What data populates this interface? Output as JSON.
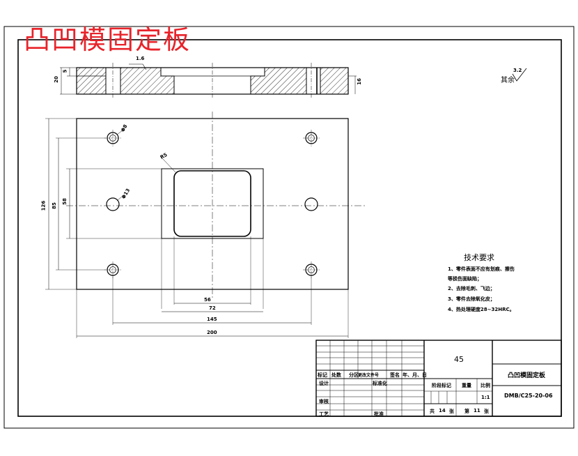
{
  "title": "凸凹模固定板",
  "surface_finish": {
    "label": "其余",
    "value": "3.2"
  },
  "roughness_top": "1.6",
  "tech_requirements": {
    "heading": "技术要求",
    "items": [
      "1、零件表面不应有划痕、擦伤",
      "等损伤面缺陷；",
      "2、去除毛刺、飞边；",
      "3、零件去除氧化皮；",
      "4、热处理硬度28~32HRC。"
    ]
  },
  "dimensions": {
    "d200": "200",
    "d145": "145",
    "d72": "72",
    "d56": "56",
    "d126": "126",
    "d85": "85",
    "d58": "58",
    "d20": "20",
    "d5": "5",
    "dr16": "16",
    "hole_a": "Φ8",
    "hole_b": "Φ13",
    "r5": "R5"
  },
  "title_block": {
    "material": "45",
    "part_name": "凸凹模固定板",
    "drawing_no": "DMB/C25-20-06",
    "headers": [
      "标记",
      "处数",
      "分区",
      "更改文件号",
      "签名",
      "年、月、日"
    ],
    "design": "设计",
    "standardize": "标准化",
    "check": "审核",
    "process": "工艺",
    "approve": "批准",
    "stage_mark": "阶段标记",
    "weight": "重量",
    "scale_label": "比例",
    "scale": "1:1",
    "total_label": "共",
    "total_sheets": "14",
    "sheet_unit": "张",
    "page_label": "第",
    "page_no": "11",
    "page_unit": "张"
  }
}
